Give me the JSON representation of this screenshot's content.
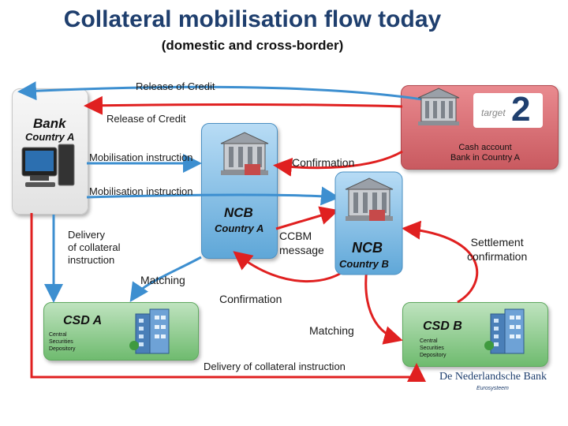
{
  "header": {
    "title": "Collateral mobilisation flow today",
    "subtitle": "(domestic and cross-border)"
  },
  "bank": {
    "name": "Bank",
    "country": "Country A"
  },
  "target": {
    "cash_account_line1": "Cash account",
    "cash_account_line2": "Bank in Country A",
    "logo_text": "target",
    "logo_number": "2"
  },
  "ncb_a": {
    "name": "NCB",
    "country": "Country A"
  },
  "ncb_b": {
    "name": "NCB",
    "country": "Country B"
  },
  "csd_a": {
    "name": "CSD A",
    "description": "Central\nSecurities\nDepository"
  },
  "csd_b": {
    "name": "CSD B",
    "description": "Central\nSecurities\nDepository"
  },
  "flows": {
    "release_credit_top": "Release of Credit",
    "release_credit_second": "Release of Credit",
    "mobilisation_1": "Mobilisation instruction",
    "mobilisation_2": "Mobilisation instruction",
    "confirmation_top": "Confirmation",
    "delivery_line1": "Delivery",
    "delivery_line2": "of collateral",
    "delivery_line3": "instruction",
    "ccbm_line1": "CCBM",
    "ccbm_line2": "message",
    "settlement_line1": "Settlement",
    "settlement_line2": "confirmation",
    "matching_left": "Matching",
    "confirmation_mid": "Confirmation",
    "matching_right": "Matching",
    "delivery_bottom": "Delivery of collateral instruction"
  },
  "footer": {
    "logo_text": "De Nederlandsche Bank",
    "logo_subtext": "Eurosysteem"
  },
  "colors": {
    "red_arrow": "#e02020",
    "blue_arrow": "#3d8fd0",
    "title": "#1f3f6e"
  }
}
